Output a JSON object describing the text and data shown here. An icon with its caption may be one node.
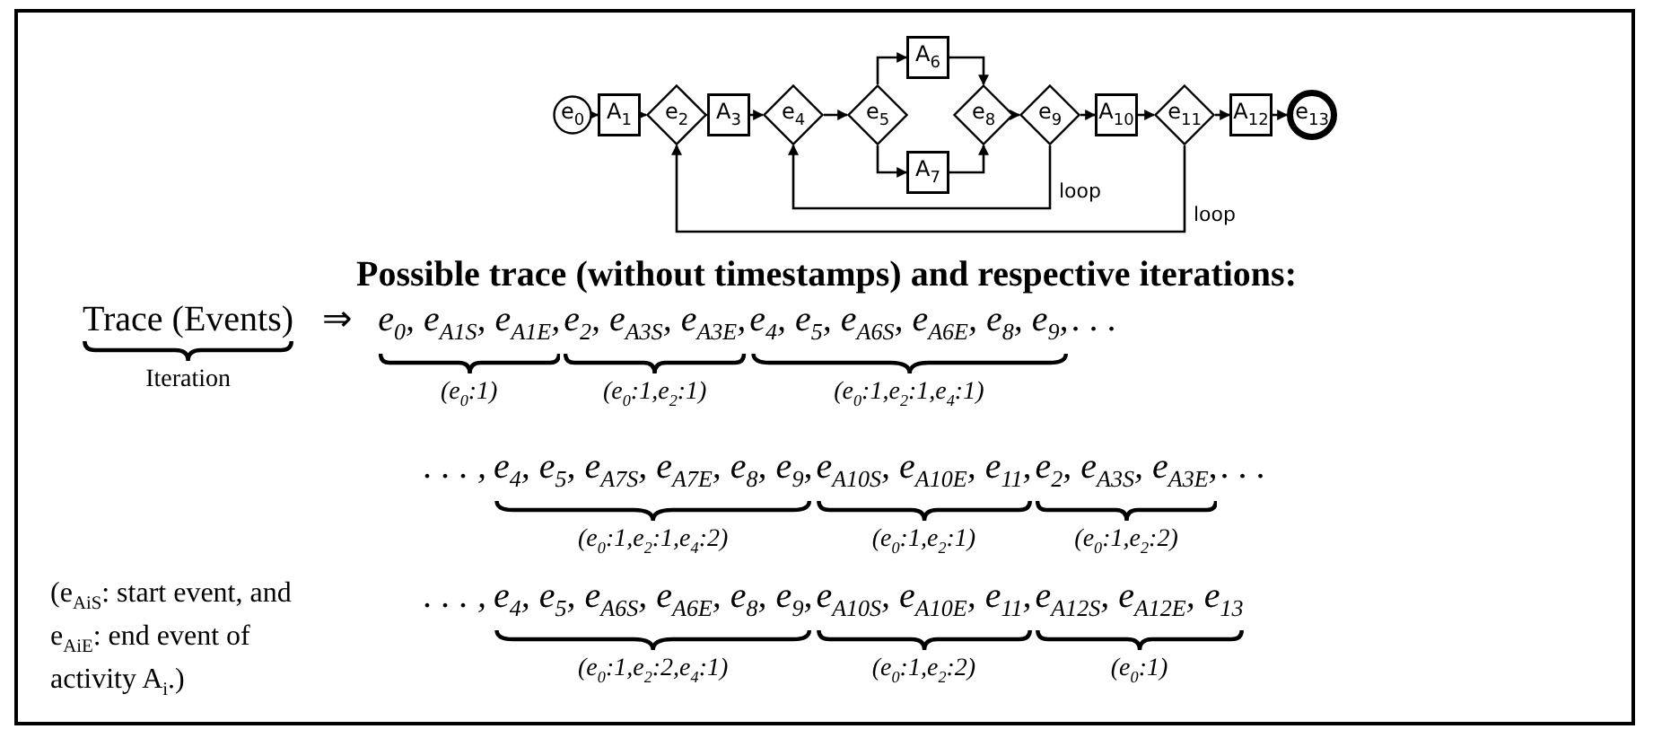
{
  "diagram": {
    "title": "Possible trace (without timestamps) and respective iterations:",
    "nodes": [
      {
        "text": [
          "e$_{0}$"
        ]
      },
      {
        "text": [
          "A$_{1}$"
        ]
      },
      {
        "text": [
          "e$_{2}$"
        ]
      },
      {
        "text": [
          "A$_{3}$"
        ]
      },
      {
        "text": [
          "e$_{4}$"
        ]
      },
      {
        "text": [
          "e$_{5}$"
        ]
      },
      {
        "text": [
          "A$_{6}$"
        ]
      },
      {
        "text": [
          "A$_{7}$"
        ]
      },
      {
        "text": [
          "e$_{8}$"
        ]
      },
      {
        "text": [
          "e$_{9}$"
        ]
      },
      {
        "text": [
          "A$_{10}$"
        ]
      },
      {
        "text": [
          "e$_{11}$"
        ]
      },
      {
        "text": [
          "A$_{12}$"
        ]
      },
      {
        "text": [
          "e$_{13}$"
        ]
      }
    ],
    "edges": [
      {
        "from": 0,
        "to": 1,
        "arrow": "to"
      },
      {
        "from": 1,
        "to": 2,
        "arrow": "to"
      },
      {
        "from": 2,
        "to": 3,
        "arrow": "to"
      },
      {
        "from": 3,
        "to": 4,
        "arrow": "to"
      },
      {
        "from": 4,
        "to": 5,
        "arrow": "to"
      },
      {
        "from": 5,
        "to": 6,
        "arrow": "to"
      },
      {
        "from": 5,
        "to": 7,
        "arrow": "to"
      },
      {
        "from": 6,
        "to": 8,
        "arrow": "to"
      },
      {
        "from": 7,
        "to": 8,
        "arrow": "to"
      },
      {
        "from": 8,
        "to": 9,
        "arrow": "to"
      },
      {
        "from": 9,
        "to": 10,
        "arrow": "to"
      },
      {
        "from": 10,
        "to": 11,
        "arrow": "to"
      },
      {
        "from": 11,
        "to": 12,
        "arrow": "to"
      },
      {
        "from": 12,
        "to": 13,
        "arrow": "to"
      },
      {
        "from": 9,
        "to": 4,
        "arrow": "to",
        "label": "loop"
      },
      {
        "from": 11,
        "to": 2,
        "arrow": "to",
        "label": "loop"
      }
    ],
    "labels": [
      "Trace (Events)",
      "⇒",
      "e$_{0}$, e$_{A1S}$, e$_{A1E}$,",
      "e$_{2}$, e$_{A3S}$, e$_{A3E}$,",
      "e$_{4}$, e$_{5}$, e$_{A6S}$, e$_{A6E}$, e$_{8}$, e$_{9}$,",
      ". . .",
      "Iteration",
      "(e$_{0}$:1)",
      "(e$_{0}$:1,e$_{2}$:1)",
      "(e$_{0}$:1,e$_{2}$:1,e$_{4}$:1)",
      ". . . ,",
      "e$_{4}$, e$_{5}$, e$_{A7S}$, e$_{A7E}$, e$_{8}$, e$_{9}$,",
      "e$_{A10S}$, e$_{A10E}$, e$_{11}$,",
      "e$_{2}$, e$_{A3S}$, e$_{A3E}$,",
      ". . .",
      "(e$_{0}$:1,e$_{2}$:1,e$_{4}$:2)",
      "(e$_{0}$:1,e$_{2}$:1)",
      "(e$_{0}$:1,e$_{2}$:2)",
      "(e$_{AiS}$: start event, and e$_{AiE}$: end event of activity A$_{i}$.)",
      ". . . ,",
      "e$_{4}$, e$_{5}$, e$_{A6S}$, e$_{A6E}$, e$_{8}$, e$_{9}$,",
      "e$_{A10S}$, e$_{A10E}$, e$_{11}$,",
      "e$_{A12S}$, e$_{A12E}$, e$_{13}$",
      "(e$_{0}$:1,e$_{2}$:2,e$_{4}$:1)",
      "(e$_{0}$:1,e$_{2}$:2)",
      "(e$_{0}$:1)"
    ]
  }
}
